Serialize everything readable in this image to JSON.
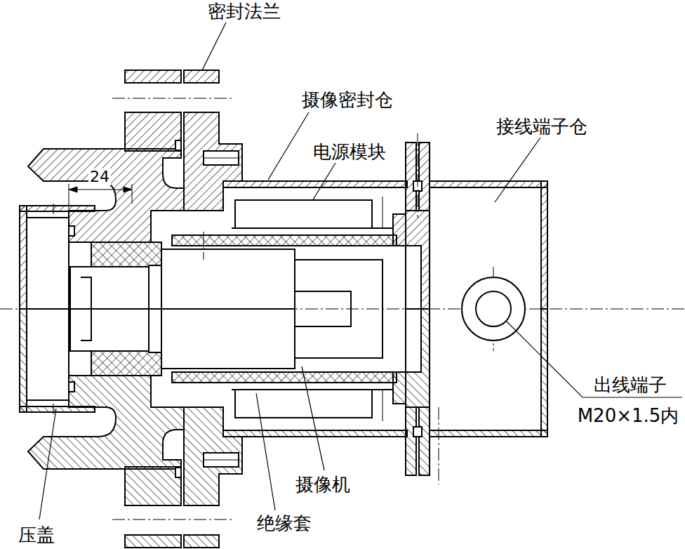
{
  "diagram": {
    "labels": [
      "密封法兰",
      "摄像密封仓",
      "电源模块",
      "接线端子仓",
      "出线端子",
      "M20×1.5内",
      "摄像机",
      "绝缘套",
      "压盖",
      "24"
    ]
  }
}
